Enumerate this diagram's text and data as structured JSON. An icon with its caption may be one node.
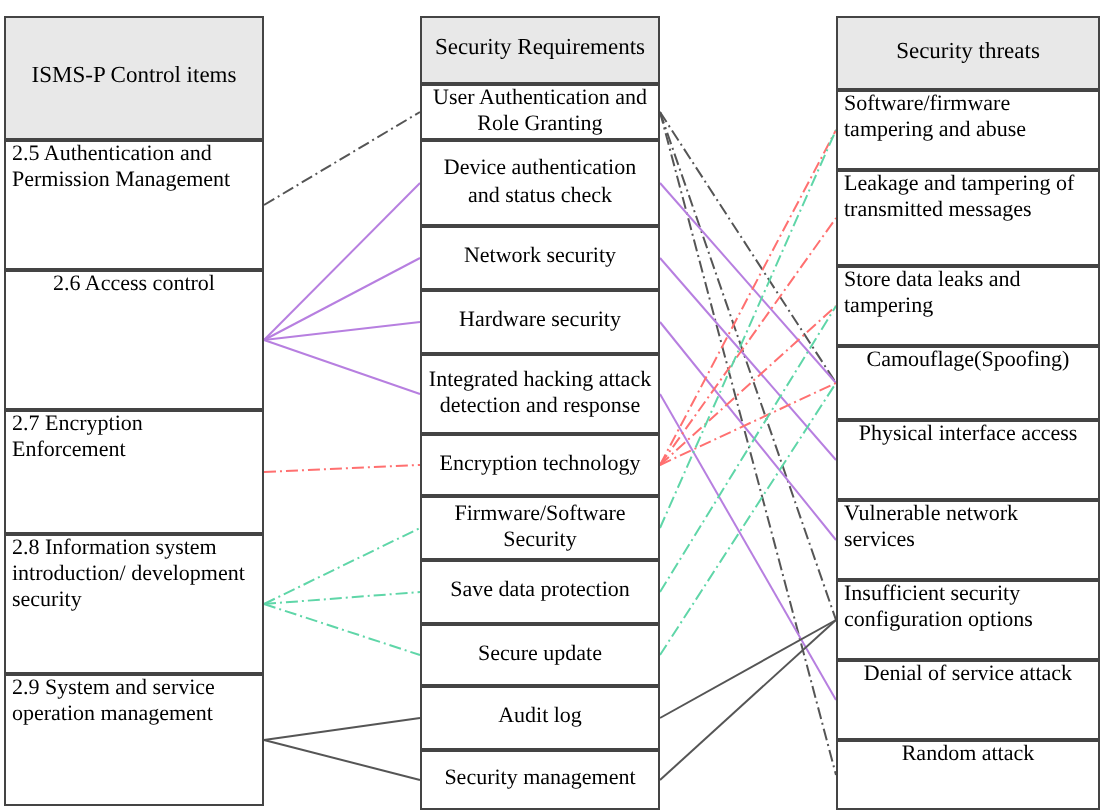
{
  "diagram": {
    "nodes": [
      {
        "text": [
          "ISMS-P Control items"
        ]
      },
      {
        "text": [
          "2.5 Authentication and Permission Management"
        ]
      },
      {
        "text": [
          "2.6 Access control"
        ]
      },
      {
        "text": [
          "2.7 Encryption Enforcement"
        ]
      },
      {
        "text": [
          "2.8 Information system introduction/ development security"
        ]
      },
      {
        "text": [
          "2.9 System and service operation management"
        ]
      },
      {
        "text": [
          "Security Requirements"
        ]
      },
      {
        "text": [
          "User Authentication and Role Granting"
        ]
      },
      {
        "text": [
          "Device authentication and status check"
        ]
      },
      {
        "text": [
          "Network security"
        ]
      },
      {
        "text": [
          "Hardware security"
        ]
      },
      {
        "text": [
          "Integrated hacking attack detection and response"
        ]
      },
      {
        "text": [
          "Encryption technology"
        ]
      },
      {
        "text": [
          "Firmware/Software Security"
        ]
      },
      {
        "text": [
          "Save data protection"
        ]
      },
      {
        "text": [
          "Secure update"
        ]
      },
      {
        "text": [
          "Audit log"
        ]
      },
      {
        "text": [
          "Security management"
        ]
      },
      {
        "text": [
          "Security threats"
        ]
      },
      {
        "text": [
          "Software/firmware tampering and abuse"
        ]
      },
      {
        "text": [
          "Leakage and tampering of transmitted messages"
        ]
      },
      {
        "text": [
          "Store data leaks and tampering"
        ]
      },
      {
        "text": [
          "Camouflage(Spoofing)"
        ]
      },
      {
        "text": [
          "Physical interface access"
        ]
      },
      {
        "text": [
          "Vulnerable network services"
        ]
      },
      {
        "text": [
          "Insufficient security configuration options"
        ]
      },
      {
        "text": [
          "Denial of service attack"
        ]
      },
      {
        "text": [
          "Random attack"
        ]
      }
    ],
    "edges": [
      {
        "from": 1,
        "to": 7,
        "arrow": "none",
        "style": "dashed",
        "color": "#555555"
      },
      {
        "from": 2,
        "to": 8,
        "arrow": "none",
        "color": "#b77fe0"
      },
      {
        "from": 2,
        "to": 9,
        "arrow": "none",
        "color": "#b77fe0"
      },
      {
        "from": 2,
        "to": 10,
        "arrow": "none",
        "color": "#b77fe0"
      },
      {
        "from": 2,
        "to": 11,
        "arrow": "none",
        "color": "#b77fe0"
      },
      {
        "from": 3,
        "to": 12,
        "arrow": "none",
        "style": "dashed",
        "color": "#ff7070"
      },
      {
        "from": 4,
        "to": 13,
        "arrow": "none",
        "style": "dashed",
        "color": "#5fd6a8"
      },
      {
        "from": 4,
        "to": 14,
        "arrow": "none",
        "style": "dashed",
        "color": "#5fd6a8"
      },
      {
        "from": 4,
        "to": 15,
        "arrow": "none",
        "style": "dashed",
        "color": "#5fd6a8"
      },
      {
        "from": 5,
        "to": 16,
        "arrow": "none",
        "color": "#555555"
      },
      {
        "from": 5,
        "to": 17,
        "arrow": "none",
        "color": "#555555"
      },
      {
        "from": 7,
        "to": 22,
        "arrow": "none",
        "style": "dashed",
        "color": "#555555"
      },
      {
        "from": 7,
        "to": 25,
        "arrow": "none",
        "style": "dashed",
        "color": "#555555"
      },
      {
        "from": 7,
        "to": 27,
        "arrow": "none",
        "style": "dashed",
        "color": "#555555"
      },
      {
        "from": 8,
        "to": 22,
        "arrow": "none",
        "color": "#b77fe0"
      },
      {
        "from": 9,
        "to": 23,
        "arrow": "none",
        "color": "#b77fe0"
      },
      {
        "from": 10,
        "to": 24,
        "arrow": "none",
        "color": "#b77fe0"
      },
      {
        "from": 11,
        "to": 26,
        "arrow": "none",
        "color": "#b77fe0"
      },
      {
        "from": 12,
        "to": 19,
        "arrow": "none",
        "style": "dashed",
        "color": "#ff7070"
      },
      {
        "from": 12,
        "to": 20,
        "arrow": "none",
        "style": "dashed",
        "color": "#ff7070"
      },
      {
        "from": 12,
        "to": 21,
        "arrow": "none",
        "style": "dashed",
        "color": "#ff7070"
      },
      {
        "from": 12,
        "to": 22,
        "arrow": "none",
        "style": "dashed",
        "color": "#ff7070"
      },
      {
        "from": 13,
        "to": 19,
        "arrow": "none",
        "style": "dashed",
        "color": "#5fd6a8"
      },
      {
        "from": 14,
        "to": 21,
        "arrow": "none",
        "style": "dashed",
        "color": "#5fd6a8"
      },
      {
        "from": 15,
        "to": 22,
        "arrow": "none",
        "style": "dashed",
        "color": "#5fd6a8"
      },
      {
        "from": 16,
        "to": 25,
        "arrow": "none",
        "color": "#555555"
      },
      {
        "from": 17,
        "to": 25,
        "arrow": "none",
        "color": "#555555"
      }
    ]
  }
}
